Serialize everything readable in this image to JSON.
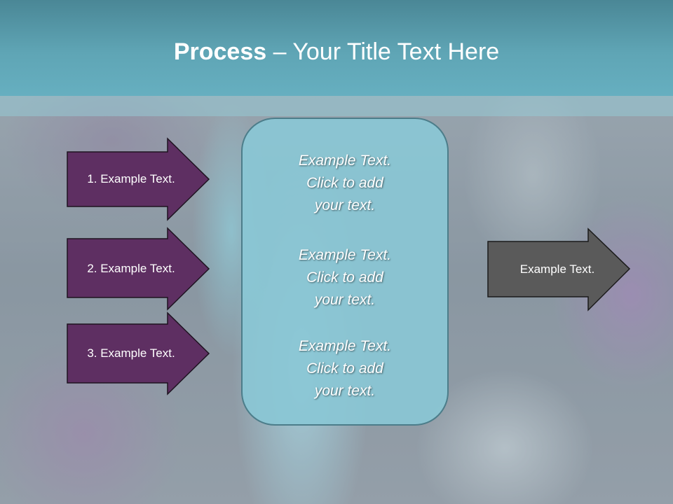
{
  "slide": {
    "title_bold": "Process",
    "title_rest": " – Your Title Text Here"
  },
  "left_arrows": [
    {
      "label": "1. Example Text."
    },
    {
      "label": "2. Example Text."
    },
    {
      "label": "3. Example Text."
    }
  ],
  "center_box": {
    "items": [
      {
        "line1": "Example Text.",
        "line2": "Click  to add",
        "line3": "your text."
      },
      {
        "line1": "Example Text.",
        "line2": "Click  to add",
        "line3": "your text."
      },
      {
        "line1": "Example Text.",
        "line2": "Click  to add",
        "line3": "your text."
      }
    ]
  },
  "right_arrow": {
    "label": "Example Text."
  },
  "colors": {
    "header": "#5fa5b5",
    "left_arrow_fill": "#5e2f62",
    "right_arrow_fill": "#5a5a5a",
    "center_box_fill": "#8ac7d5"
  }
}
